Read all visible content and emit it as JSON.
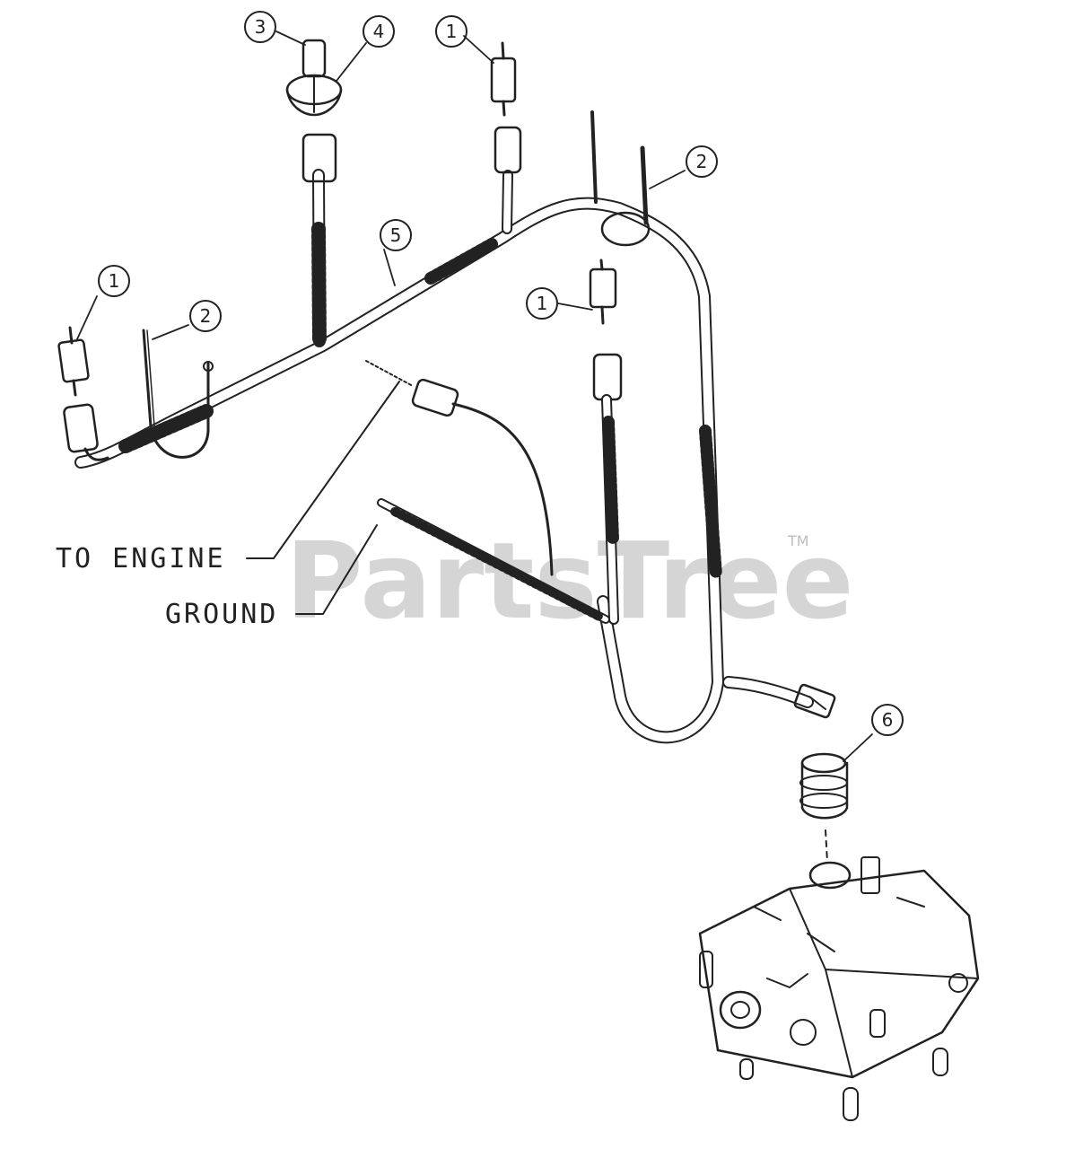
{
  "diagram": {
    "labels": {
      "to_engine": "TO ENGINE",
      "ground": "GROUND"
    },
    "callouts": [
      "3",
      "4",
      "1",
      "2",
      "5",
      "1",
      "2",
      "1",
      "6"
    ],
    "watermark": {
      "text": "PartsTree",
      "trademark": "TM"
    },
    "colors": {
      "line": "#222222",
      "watermark": "#c8c8c8"
    }
  }
}
